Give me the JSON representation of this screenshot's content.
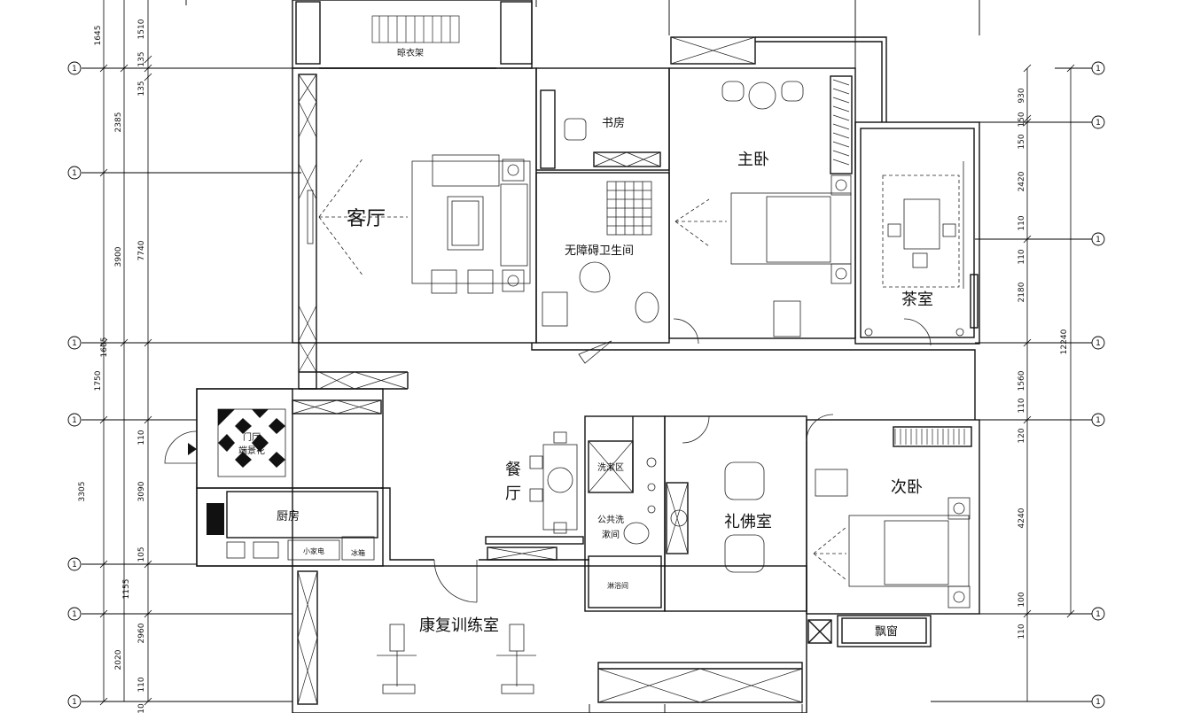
{
  "axis_marker": "1",
  "rooms": {
    "living": "客厅",
    "study": "书房",
    "master_bedroom": "主卧",
    "tea_room": "茶室",
    "accessible_bathroom": "无障碍卫生间",
    "drying_rack": "晾衣架",
    "entrance": "门厅",
    "entrance_sub": "端景花",
    "kitchen": "厨房",
    "small_appliance": "小家电",
    "fridge": "冰箱",
    "dining_1": "餐",
    "dining_2": "厅",
    "wash_area": "洗漱区",
    "public_wash_1": "公共洗",
    "public_wash_2": "漱间",
    "shower": "淋浴间",
    "worship_room": "礼佛室",
    "second_bedroom": "次卧",
    "bay_window": "飘窗",
    "rehab_room": "康复训练室"
  },
  "dims_left_outer": [
    "1645",
    "2385",
    "3900",
    "1750",
    "3305",
    "1155",
    "2020"
  ],
  "dims_left_inner": [
    "1510",
    "135",
    "135",
    "7740",
    "1605",
    "110",
    "3090",
    "105",
    "2960",
    "110",
    "10"
  ],
  "dims_right_inner": [
    "930",
    "150",
    "150",
    "2420",
    "110",
    "110",
    "2180",
    "1560",
    "110",
    "120",
    "4240",
    "100",
    "110"
  ],
  "dims_right_outer": [
    "12240"
  ]
}
